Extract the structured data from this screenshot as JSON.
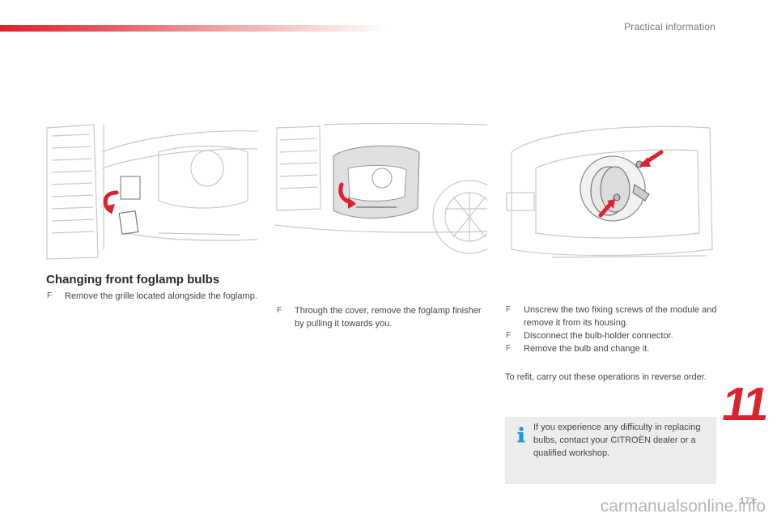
{
  "header": {
    "section": "Practical information"
  },
  "title": "Changing front foglamp bulbs",
  "steps": [
    {
      "bullet": "F",
      "text": "Remove the grille located alongside the foglamp."
    },
    {
      "bullet": "F",
      "text": "Through the cover, remove the foglamp finisher by pulling it towards you."
    },
    {
      "bullet": "F",
      "text": "Unscrew the two fixing screws of the module and remove it from its housing."
    },
    {
      "bullet": "F",
      "text": "Disconnect the bulb-holder connector."
    },
    {
      "bullet": "F",
      "text": "Remove the bulb and change it."
    }
  ],
  "refit": "To refit, carry out these operations in reverse order.",
  "info": {
    "icon": "info-icon",
    "text": "If you experience any difficulty in replacing bulbs, contact your CITROËN dealer or a qualified workshop."
  },
  "chapter": "11",
  "page": "173",
  "watermark": "carmanualsonline.info",
  "colors": {
    "accent": "#d9232e",
    "info_bg": "#ececec",
    "info_icon": "#1a9cd8"
  }
}
